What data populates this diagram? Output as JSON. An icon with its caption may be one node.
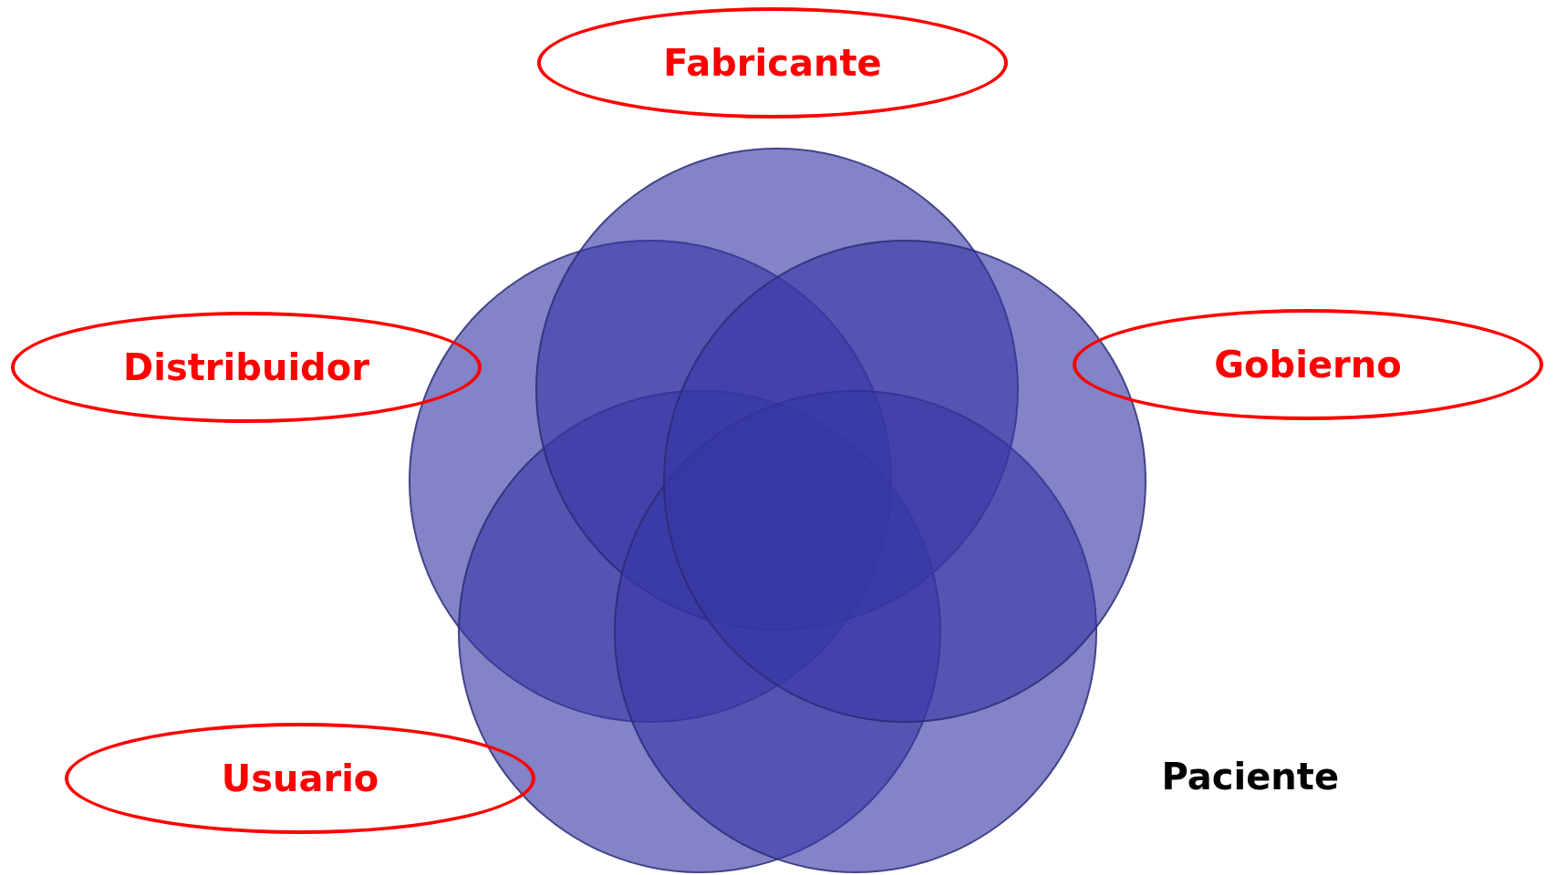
{
  "diagram": {
    "nodes": [
      {
        "text": [
          "Fabricante"
        ]
      },
      {
        "text": [
          "Distribuidor"
        ]
      },
      {
        "text": [
          "Gobierno"
        ]
      },
      {
        "text": [
          "Usuario"
        ]
      },
      {
        "text": [],
        "shape": "circle"
      },
      {
        "text": [],
        "shape": "circle"
      },
      {
        "text": [],
        "shape": "circle"
      },
      {
        "text": [],
        "shape": "circle"
      },
      {
        "text": [],
        "shape": "circle"
      }
    ],
    "labels": [
      "Paciente"
    ]
  }
}
